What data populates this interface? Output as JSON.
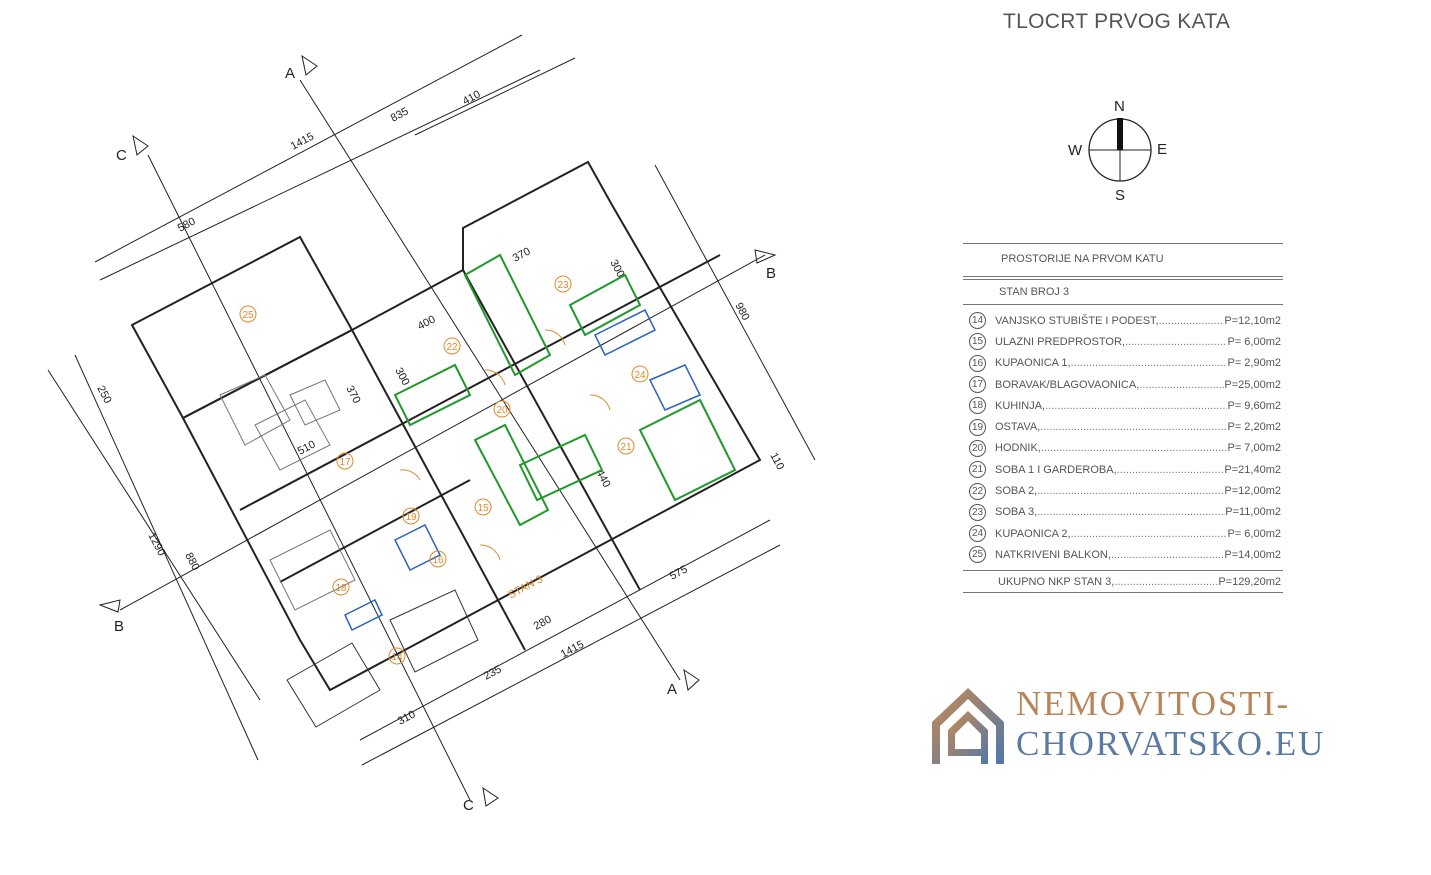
{
  "title": "TLOCRT PRVOG KATA",
  "compass": {
    "n": "N",
    "s": "S",
    "e": "E",
    "w": "W"
  },
  "sections": {
    "a": "A",
    "b": "B",
    "c": "C"
  },
  "plan": {
    "unit_label": "STAN 3",
    "dimensions": [
      "1415",
      "835",
      "410",
      "580",
      "370",
      "300",
      "980",
      "110",
      "575",
      "1415",
      "235",
      "310",
      "280",
      "1290",
      "880",
      "250",
      "440",
      "510",
      "370",
      "400",
      "300"
    ],
    "rooms": [
      "14",
      "15",
      "16",
      "17",
      "18",
      "19",
      "20",
      "21",
      "22",
      "23",
      "24",
      "25"
    ]
  },
  "legend": {
    "heading": "PROSTORIJE NA PRVOM KATU",
    "subheading": "STAN BROJ 3",
    "rows": [
      {
        "num": "14",
        "name": "VANJSKO STUBIŠTE I PODEST,",
        "area": "P=12,10m2"
      },
      {
        "num": "15",
        "name": "ULAZNI PREDPROSTOR,",
        "area": "P=  6,00m2"
      },
      {
        "num": "16",
        "name": "KUPAONICA 1,",
        "area": "P=  2,90m2"
      },
      {
        "num": "17",
        "name": "BORAVAK/BLAGOVAONICA,",
        "area": "P=25,00m2"
      },
      {
        "num": "18",
        "name": "KUHINJA,",
        "area": "P=  9,60m2"
      },
      {
        "num": "19",
        "name": "OSTAVA,",
        "area": "P=  2,20m2"
      },
      {
        "num": "20",
        "name": "HODNIK,",
        "area": "P=  7,00m2"
      },
      {
        "num": "21",
        "name": "SOBA 1 I GARDEROBA,",
        "area": "P=21,40m2"
      },
      {
        "num": "22",
        "name": "SOBA 2,",
        "area": "P=12,00m2"
      },
      {
        "num": "23",
        "name": "SOBA 3,",
        "area": "P=11,00m2"
      },
      {
        "num": "24",
        "name": "KUPAONICA 2,",
        "area": "P=  6,00m2"
      },
      {
        "num": "25",
        "name": "NATKRIVENI BALKON,",
        "area": "P=14,00m2"
      }
    ],
    "total": {
      "name": "UKUPNO NKP STAN 3,",
      "area": "P=129,20m2"
    }
  },
  "logo": {
    "line1": "NEMOVITOSTI-",
    "line2": "CHORVATSKO.EU"
  },
  "colors": {
    "room_label": "#e08a2a",
    "furniture_green": "#1f9a2a",
    "furniture_blue": "#2a62c0",
    "logo_copper": "#b98458",
    "logo_blue": "#5a7aa6"
  }
}
